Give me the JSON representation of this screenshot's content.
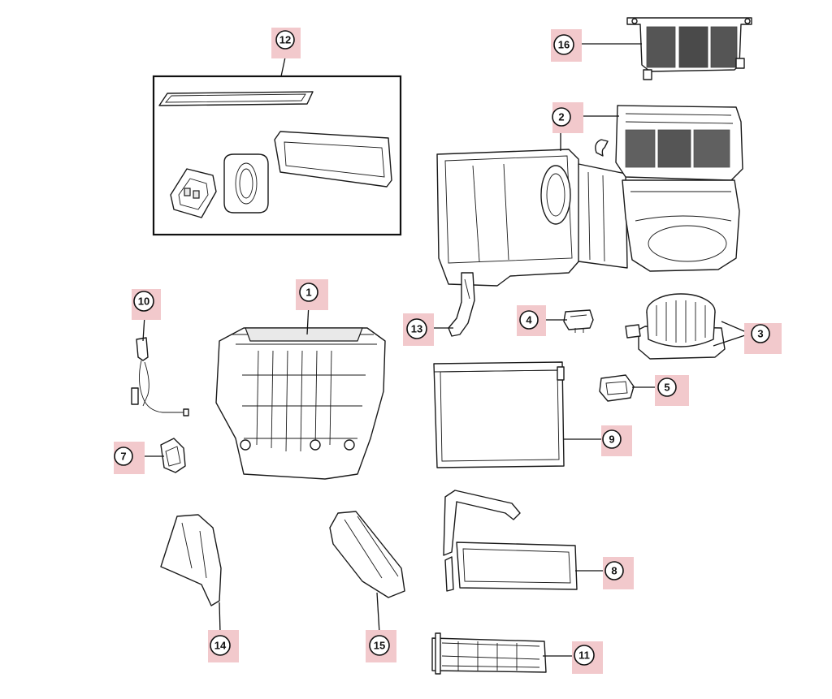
{
  "diagram": {
    "callouts": [
      {
        "id": "1",
        "label": "1"
      },
      {
        "id": "2",
        "label": "2"
      },
      {
        "id": "3",
        "label": "3"
      },
      {
        "id": "4",
        "label": "4"
      },
      {
        "id": "5",
        "label": "5"
      },
      {
        "id": "7",
        "label": "7"
      },
      {
        "id": "8",
        "label": "8"
      },
      {
        "id": "9",
        "label": "9"
      },
      {
        "id": "10",
        "label": "10"
      },
      {
        "id": "11",
        "label": "11"
      },
      {
        "id": "12",
        "label": "12"
      },
      {
        "id": "13",
        "label": "13"
      },
      {
        "id": "14",
        "label": "14"
      },
      {
        "id": "15",
        "label": "15"
      },
      {
        "id": "16",
        "label": "16"
      }
    ],
    "colors": {
      "callout_highlight": "#f2c9cc",
      "line": "#1a1a1a",
      "background": "#ffffff"
    }
  }
}
